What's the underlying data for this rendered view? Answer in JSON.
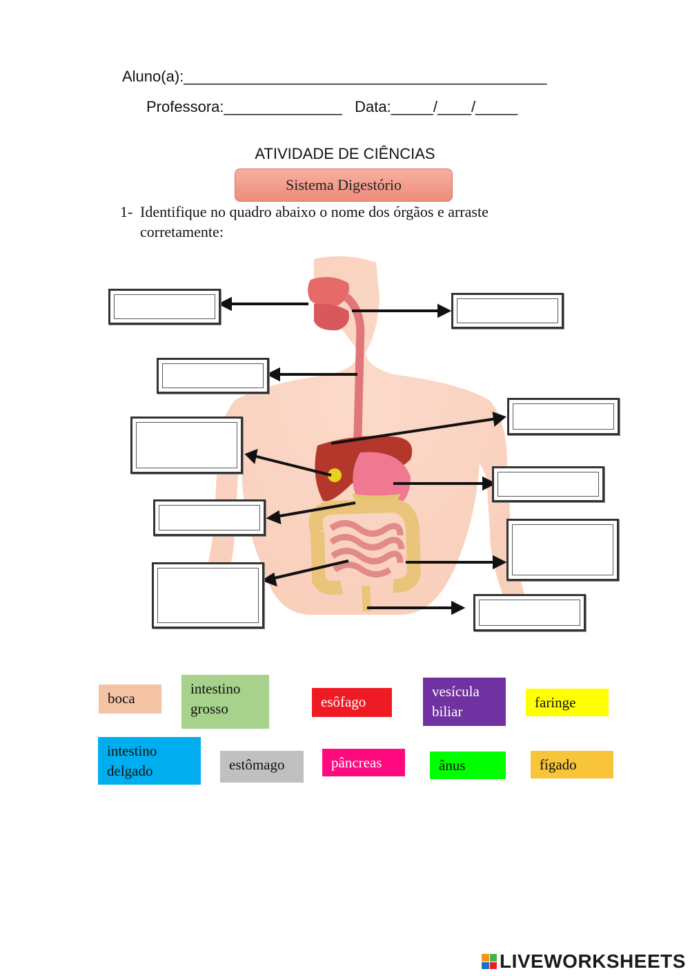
{
  "header": {
    "student_line": "Aluno(a):___________________________________________",
    "teacher_line": "Professora:______________   Data:_____/____/_____"
  },
  "title": "ATIVIDADE DE CIÊNCIAS",
  "subtitle": "Sistema Digestório",
  "question": {
    "number": "1-",
    "text": "Identifique no quadro abaixo o nome dos órgãos e arraste corretamente:"
  },
  "answer_boxes": [
    "",
    "",
    "",
    "",
    "",
    "",
    "",
    "",
    "",
    "",
    ""
  ],
  "words": [
    {
      "label": "boca",
      "color": "#f4c3a6"
    },
    {
      "label": "intestino grosso",
      "color": "#a6d28c"
    },
    {
      "label": "esôfago",
      "color": "#ee1b24"
    },
    {
      "label": "vesícula biliar",
      "color": "#7032a0"
    },
    {
      "label": "faringe",
      "color": "#ffff00"
    },
    {
      "label": "intestino delgado",
      "color": "#00aeef"
    },
    {
      "label": "estômago",
      "color": "#c0c0c0"
    },
    {
      "label": "pâncreas",
      "color": "#ff0a7e"
    },
    {
      "label": "ânus",
      "color": "#00ff00"
    },
    {
      "label": "fígado",
      "color": "#f8c43a"
    }
  ],
  "branding": {
    "logo_text": "LIVEWORKSHEETS",
    "logo_icon": "liveworksheets-logo-icon"
  }
}
